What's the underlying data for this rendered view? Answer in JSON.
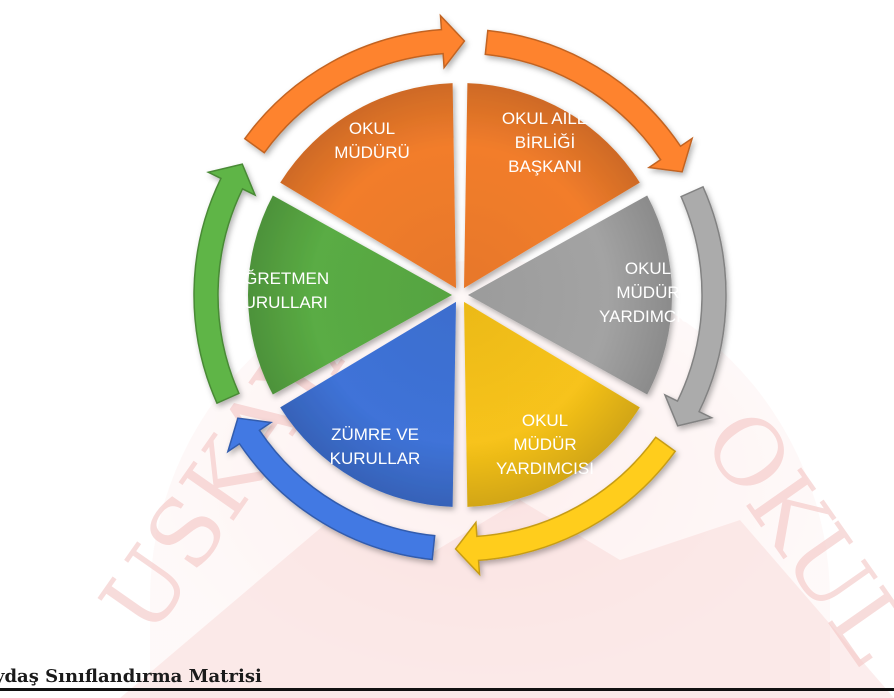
{
  "diagram": {
    "segments": [
      {
        "id": "top-left",
        "label_lines": [
          "OKUL",
          "MÜDÜRÜ"
        ],
        "color": "#f27d2b"
      },
      {
        "id": "top-right",
        "label_lines": [
          "OKUL AİLE",
          "BİRLİĞİ",
          "BAŞKANI"
        ],
        "color": "#f27d2b"
      },
      {
        "id": "right",
        "label_lines": [
          "OKUL",
          "MÜDÜR",
          "YARDIMCISI"
        ],
        "color": "#a3a3a3"
      },
      {
        "id": "bottom-right",
        "label_lines": [
          "OKUL",
          "MÜDÜR",
          "YARDIMCISI"
        ],
        "color": "#f7c31a"
      },
      {
        "id": "bottom-left",
        "label_lines": [
          "ZÜMRE VE",
          "KURULLAR"
        ],
        "color": "#3f73d8"
      },
      {
        "id": "left",
        "label_lines": [
          "ÖĞRETMEN",
          "KURULLARI"
        ],
        "color": "#5aac44"
      }
    ],
    "watermark_text": "USKAYA ... ORTAOKUL"
  },
  "caption": {
    "heading": "ydaş Sınıflandırma Matrisi"
  }
}
